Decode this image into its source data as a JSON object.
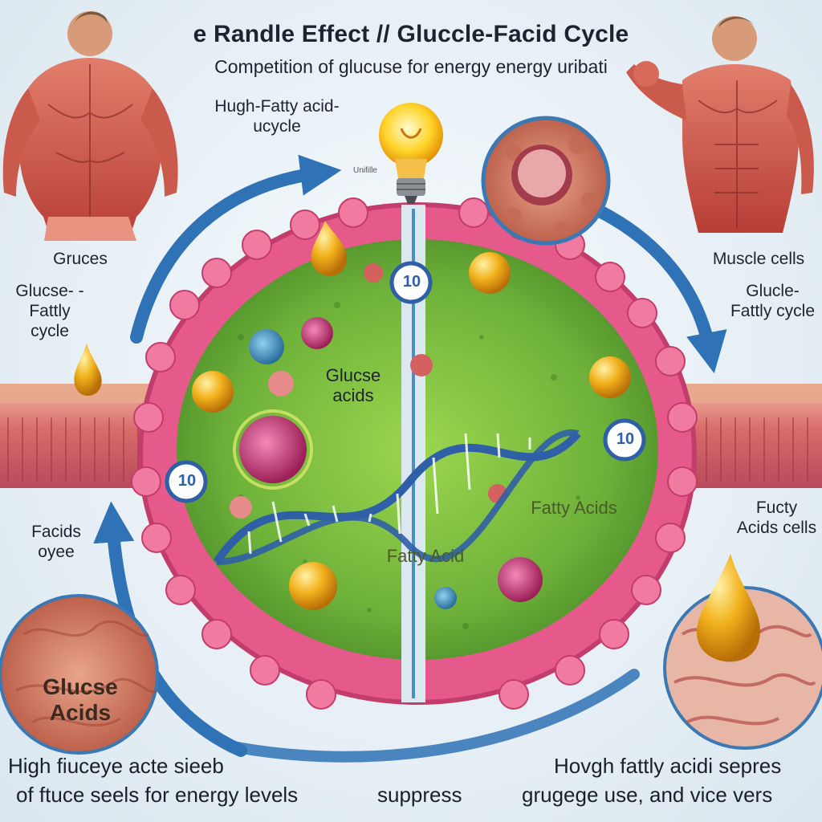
{
  "header": {
    "title": "e Randle Effect // Gluccle-Facid Cycle",
    "subtitle": "Competition of glucuse for energy energy uribati"
  },
  "labels": {
    "high_fatty": "Hugh-Fatty acid-ucycle",
    "gruces": "Gruces",
    "muscle_cells": "Muscle cells",
    "glucse_fatty_cycle_left": "Glucse- -Fattly cycle",
    "glucle_fatty_cycle_right": "Glucle- Fattly cycle",
    "racids_oyee": "Facids oyee",
    "fucty_acids_cells": "Fucty Acids cells",
    "center_glucose": "Glucse acids",
    "fatty_acids_small": "Fatty Acids",
    "fatty_acid_center": "Fatty Acid",
    "glucse_acids_circle": "Glucse Acids",
    "small_label": "Unifille"
  },
  "badges": {
    "left": "10",
    "top": "10",
    "right": "10"
  },
  "footer": {
    "left_line1": "High fiuceye acte sieeb",
    "left_line2": "of ftuce seels for energy levels",
    "middle": "suppress",
    "right_line1": "Hovgh fattly acidi sepres",
    "right_line2": "grugege use, and vice vers"
  },
  "colors": {
    "cell_green": "#7cc142",
    "membrane_pink": "#e55a8a",
    "arrow_blue": "#2f72b6",
    "muscle_red": "#c8473f",
    "droplet_gold": "#f0a818"
  },
  "icons": [
    "lightbulb-icon",
    "droplet-icon",
    "dna-helix-icon",
    "muscle-figure-icon"
  ]
}
